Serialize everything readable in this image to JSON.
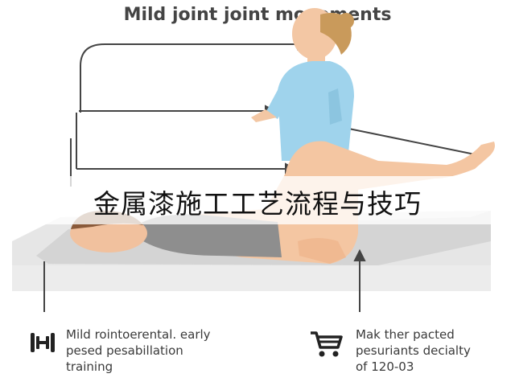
{
  "title": "Mild joint joint movements",
  "banner": "金属漆施工工艺流程与技巧",
  "captions": {
    "left": [
      "Mild rointoerental. early",
      "pesed pesabillation",
      "training"
    ],
    "right": [
      "Mak ther pacted",
      "pesuriants decialty",
      "of 120-03"
    ]
  },
  "icons": {
    "left": "dumbbell-icon",
    "right": "shopping-cart-icon"
  },
  "colors": {
    "therapist_shirt": "#9fd3ec",
    "skin": "#f4c6a2",
    "mat": "#e3e3e3",
    "patient_shirt": "#8e8e8e"
  }
}
